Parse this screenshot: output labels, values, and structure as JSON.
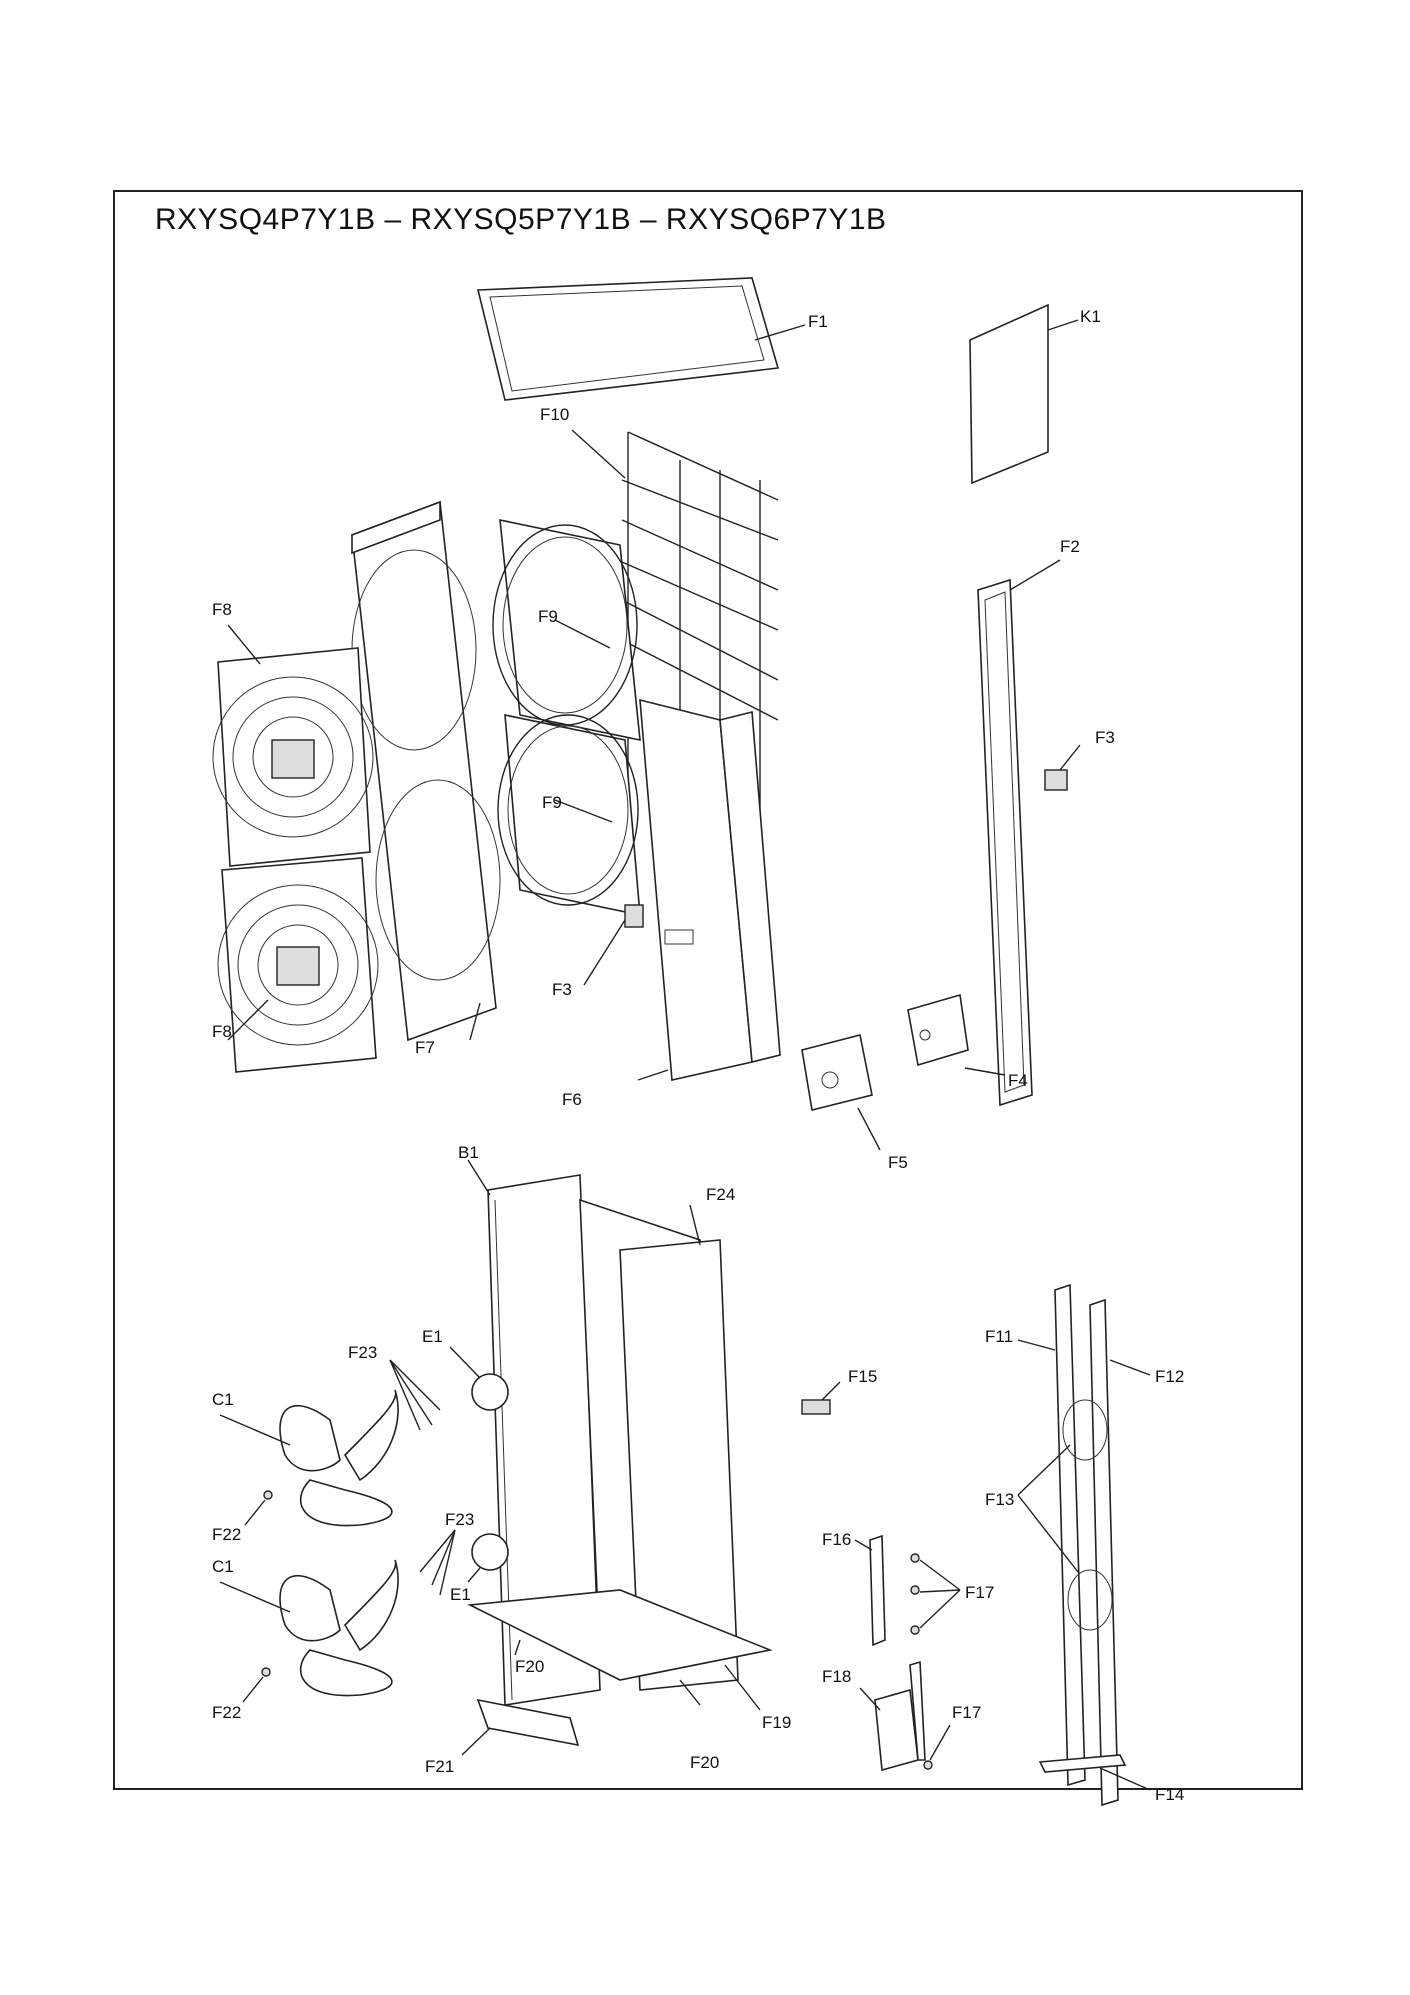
{
  "title": "RXYSQ4P7Y1B – RXYSQ5P7Y1B – RXYSQ6P7Y1B",
  "labels": {
    "F1": "F1",
    "K1": "K1",
    "F10": "F10",
    "F2": "F2",
    "F8a": "F8",
    "F9a": "F9",
    "F3a": "F3",
    "F9b": "F9",
    "F3b": "F3",
    "F8b": "F8",
    "F7": "F7",
    "F6": "F6",
    "F4": "F4",
    "F5": "F5",
    "B1": "B1",
    "F24": "F24",
    "F11": "F11",
    "F12": "F12",
    "F23a": "F23",
    "E1a": "E1",
    "C1a": "C1",
    "F15": "F15",
    "F13": "F13",
    "F22a": "F22",
    "F23b": "F23",
    "F16": "F16",
    "F17a": "F17",
    "C1b": "C1",
    "E1b": "E1",
    "F20a": "F20",
    "F18": "F18",
    "F17b": "F17",
    "F22b": "F22",
    "F19": "F19",
    "F21": "F21",
    "F20b": "F20",
    "F14": "F14"
  }
}
